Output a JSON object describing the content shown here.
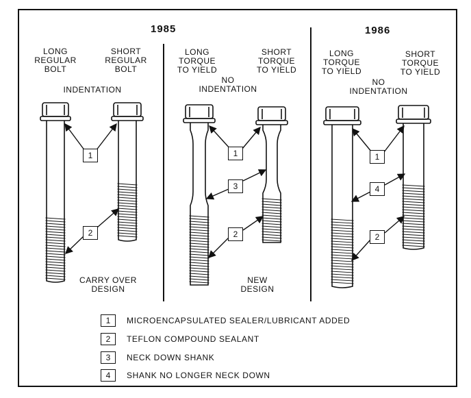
{
  "panels": [
    {
      "year": "1985",
      "left_bolt": [
        "LONG",
        "REGULAR",
        "BOLT"
      ],
      "right_bolt": [
        "SHORT",
        "REGULAR",
        "BOLT"
      ],
      "head_note": [
        "INDENTATION"
      ],
      "footer": [
        "CARRY OVER",
        "DESIGN"
      ]
    },
    {
      "year": "",
      "left_bolt": [
        "LONG",
        "TORQUE",
        "TO YIELD"
      ],
      "right_bolt": [
        "SHORT",
        "TORQUE",
        "TO YIELD"
      ],
      "head_note": [
        "NO",
        "INDENTATION"
      ],
      "footer": [
        "NEW",
        "DESIGN"
      ]
    },
    {
      "year": "1986",
      "left_bolt": [
        "LONG",
        "TORQUE",
        "TO YIELD"
      ],
      "right_bolt": [
        "SHORT",
        "TORQUE",
        "TO YIELD"
      ],
      "head_note": [
        "NO",
        "INDENTATION"
      ],
      "footer": []
    }
  ],
  "callouts": [
    "1",
    "2",
    "1",
    "3",
    "2",
    "1",
    "4",
    "2"
  ],
  "legend": [
    {
      "key": "1",
      "text": "MICROENCAPSULATED  SEALER/LUBRICANT  ADDED"
    },
    {
      "key": "2",
      "text": "TEFLON COMPOUND SEALANT"
    },
    {
      "key": "3",
      "text": "NECK DOWN SHANK"
    },
    {
      "key": "4",
      "text": "SHANK NO LONGER NECK DOWN"
    }
  ]
}
